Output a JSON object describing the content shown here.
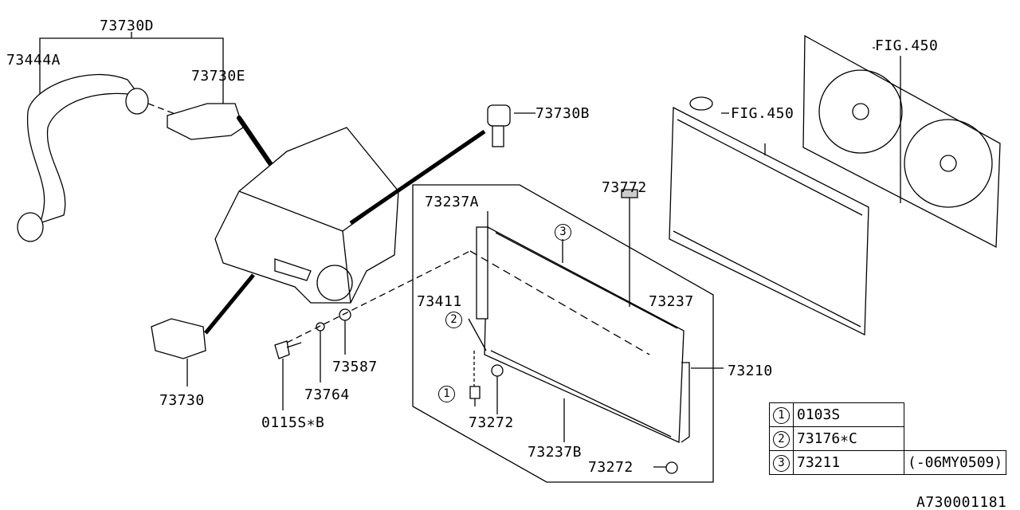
{
  "diagram": {
    "labels": {
      "p73730D": "73730D",
      "p73444A": "73444A",
      "p73730E": "73730E",
      "p73730B": "73730B",
      "fig450a": "FIG.450",
      "fig450b": "FIG.450",
      "p73772": "73772",
      "p73237A": "73237A",
      "p73411": "73411",
      "p73237": "73237",
      "p73210": "73210",
      "p73587": "73587",
      "p73764": "73764",
      "p73730": "73730",
      "p0115SB": "0115S∗B",
      "p73272a": "73272",
      "p73237B": "73237B",
      "p73272b": "73272"
    },
    "callouts": {
      "one": "1",
      "two": "2",
      "three": "3"
    },
    "legend": [
      {
        "num": "1",
        "part": "0103S",
        "note": ""
      },
      {
        "num": "2",
        "part": "73176∗C",
        "note": ""
      },
      {
        "num": "3",
        "part": "73211",
        "note": "(-06MY0509)"
      }
    ],
    "figure_code": "A730001181"
  }
}
